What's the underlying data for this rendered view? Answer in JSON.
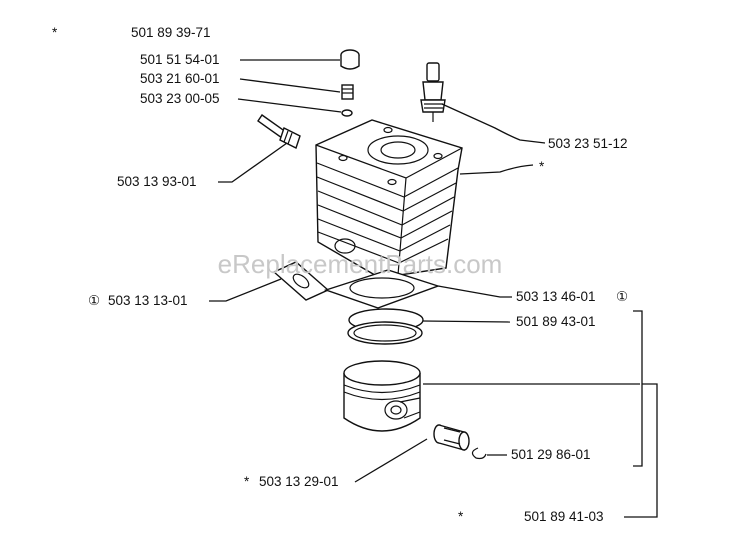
{
  "watermark": "eReplacementParts.com",
  "labels": {
    "top_kit": "501 89 39-71",
    "decompression_cap": "501 51 54-01",
    "spring": "503 21 60-01",
    "washer": "503 23 00-05",
    "decompression_valve": "503 13 93-01",
    "spark_plug": "503 23 51-12",
    "intake_gasket": "503 13 13-01",
    "cylinder_gasket": "503 13 46-01",
    "piston_rings": "501 89 43-01",
    "retainer_ring": "501 29 86-01",
    "needle_bearing": "503 13 29-01",
    "piston_kit": "501 89 41-03"
  },
  "markers": {
    "asterisk": "*",
    "circled_one": "①"
  }
}
